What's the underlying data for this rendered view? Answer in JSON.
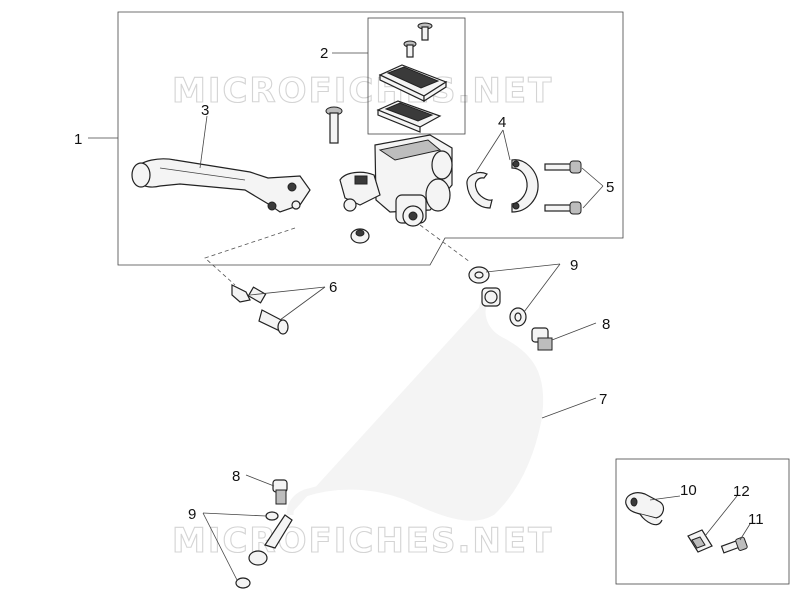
{
  "watermark": "MICROFICHES.NET",
  "callouts": {
    "c1": "1",
    "c2": "2",
    "c3": "3",
    "c4": "4",
    "c5": "5",
    "c6": "6",
    "c7": "7",
    "c8a": "8",
    "c8b": "8",
    "c9a": "9",
    "c9b": "9",
    "c10": "10",
    "c11": "11",
    "c12": "12"
  }
}
